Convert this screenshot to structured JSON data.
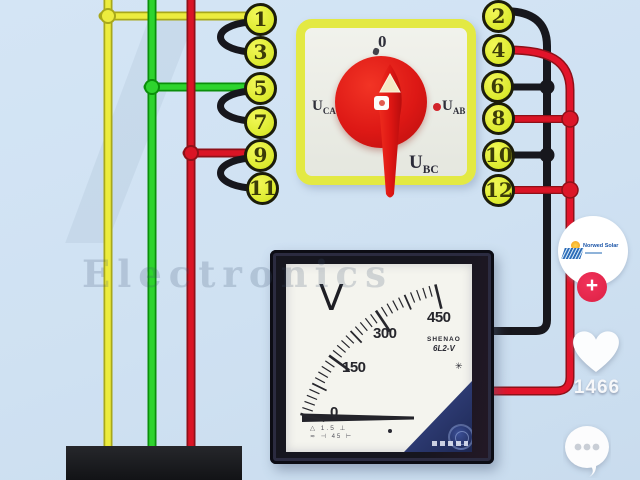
{
  "background": {
    "watermark": "Electronics"
  },
  "terminals": {
    "left": [
      "1",
      "3",
      "5",
      "7",
      "9",
      "11"
    ],
    "right": [
      "2",
      "4",
      "6",
      "8",
      "10",
      "12"
    ]
  },
  "selector_switch": {
    "selected_position": "0",
    "position_label": "0",
    "labels": {
      "left": {
        "main": "U",
        "sub": "CA"
      },
      "right": {
        "main": "U",
        "sub": "AB"
      },
      "bottom": {
        "main": "U",
        "sub": "BC"
      }
    }
  },
  "voltmeter": {
    "unit": "V",
    "scale_labels": [
      "0",
      "150",
      "300",
      "450"
    ],
    "scale_min": 0,
    "scale_max": 450,
    "needle_value": 0,
    "brand": "SHENAO",
    "model": "6L2-V",
    "star": "✳",
    "markings_row1": "△ 1.5 ⊥",
    "markings_row2": "≂ ⊣ 45 ⊢"
  },
  "wiring": {
    "phase_colors": {
      "A": "#ecec3e",
      "B": "#2ed42e",
      "C": "#da1425"
    },
    "meter_leads": {
      "black": "#17171d",
      "red": "#da1425"
    },
    "left_jumpers": [
      "1-3",
      "5-7",
      "9-11"
    ],
    "black_lead_terminals": [
      "2",
      "6",
      "10"
    ],
    "red_lead_terminals": [
      "4",
      "8",
      "12"
    ]
  },
  "social_rail": {
    "avatar_title": "Norwed Solar",
    "follow_label": "+",
    "like_count": "1466"
  },
  "colors": {
    "background": "#cfe1f2",
    "terminal_fill": "#dcea2e",
    "switch_border": "#e3e943",
    "knob_red": "#dd1815",
    "meter_frame": "#16161f",
    "accent_like_red": "#dc2144"
  }
}
